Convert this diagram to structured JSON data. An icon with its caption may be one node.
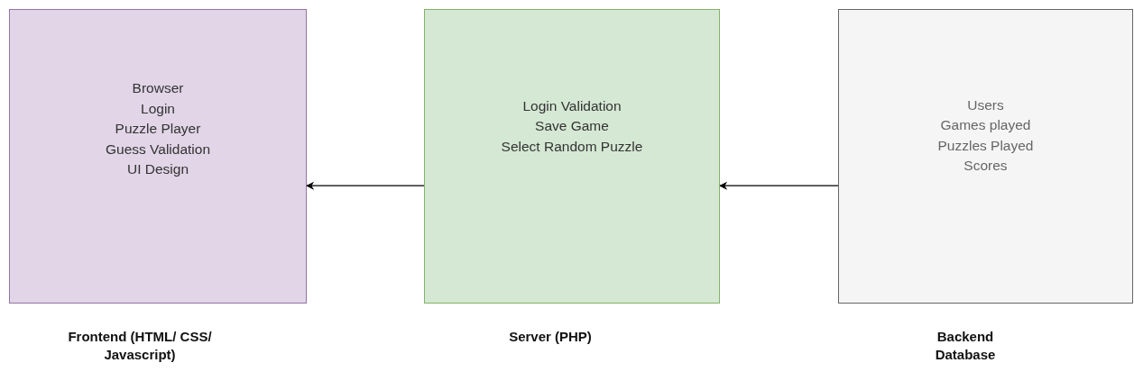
{
  "diagram": {
    "nodes": [
      {
        "text": [
          "Browser",
          "Login",
          "Puzzle Player",
          "Guess Validation",
          "UI Design"
        ],
        "beside": [
          "Frontend (HTML/ CSS/ Javascript)"
        ]
      },
      {
        "text": [
          "Login Validation",
          "Save Game",
          "Select Random Puzzle"
        ],
        "beside": [
          "Server (PHP)"
        ]
      },
      {
        "text": [
          "Users",
          "Games played",
          "Puzzles Played",
          "Scores"
        ],
        "beside": [
          "Backend Database"
        ]
      }
    ],
    "edges": [
      {
        "from": 1,
        "to": 0,
        "arrow": "to"
      },
      {
        "from": 2,
        "to": 1,
        "arrow": "to"
      }
    ]
  }
}
